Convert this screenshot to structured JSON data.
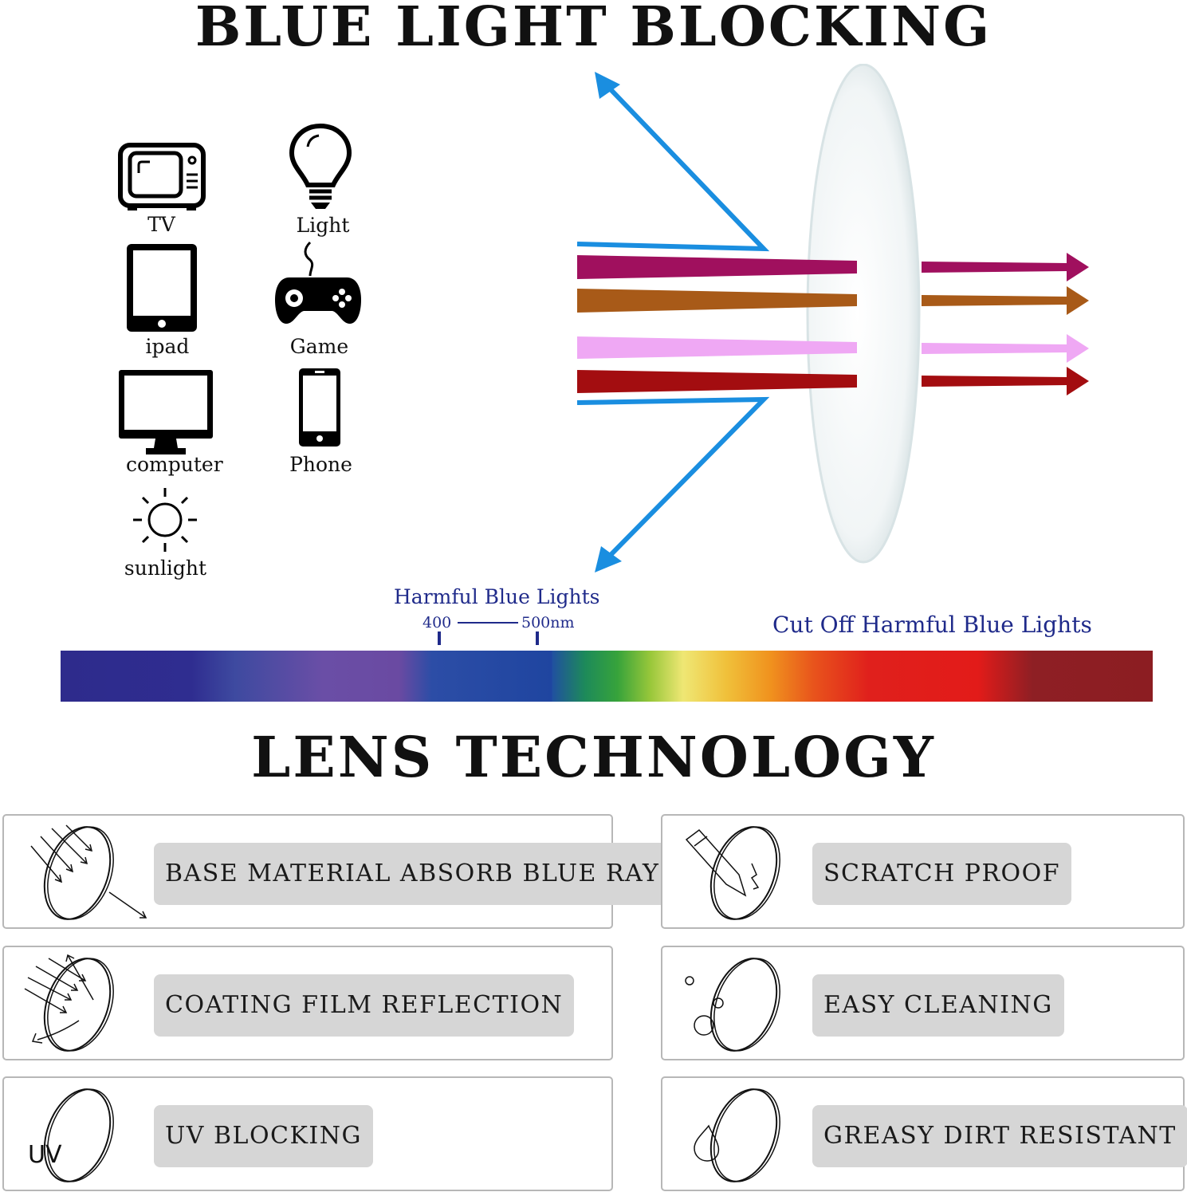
{
  "title": "BLUE LIGHT BLOCKING",
  "devices": [
    {
      "label": "TV",
      "icon": "tv-icon"
    },
    {
      "label": "Light",
      "icon": "light-bulb-icon"
    },
    {
      "label": "ipad",
      "icon": "tablet-icon"
    },
    {
      "label": "Game",
      "icon": "gamepad-icon"
    },
    {
      "label": "computer",
      "icon": "monitor-icon"
    },
    {
      "label": "Phone",
      "icon": "phone-icon"
    },
    {
      "label": "sunlight",
      "icon": "sun-icon"
    }
  ],
  "spectrum": {
    "harmful_label": "Harmful Blue Lights",
    "tick_start": "400",
    "tick_end": "500nm",
    "cutoff_label": "Cut Off Harmful Blue Lights"
  },
  "colors": {
    "blue_ray": "#1a8ee0",
    "magenta_ray": "#a0105e",
    "orange_ray": "#a85a18",
    "pink_ray": "#efa8f4",
    "red_ray": "#a30d10"
  },
  "section_title": "LENS TECHNOLOGY",
  "features": [
    {
      "label": "BASE MATERIAL ABSORB BLUE RAY",
      "icon": "lens-absorb-icon"
    },
    {
      "label": "SCRATCH PROOF",
      "icon": "lens-scratch-icon"
    },
    {
      "label": "COATING FILM REFLECTION",
      "icon": "lens-reflection-icon"
    },
    {
      "label": "EASY CLEANING",
      "icon": "lens-cleaning-icon"
    },
    {
      "label": "UV BLOCKING",
      "icon": "lens-uv-icon",
      "icon_text": "UV"
    },
    {
      "label": "GREASY DIRT RESISTANT",
      "icon": "lens-grease-icon"
    }
  ]
}
